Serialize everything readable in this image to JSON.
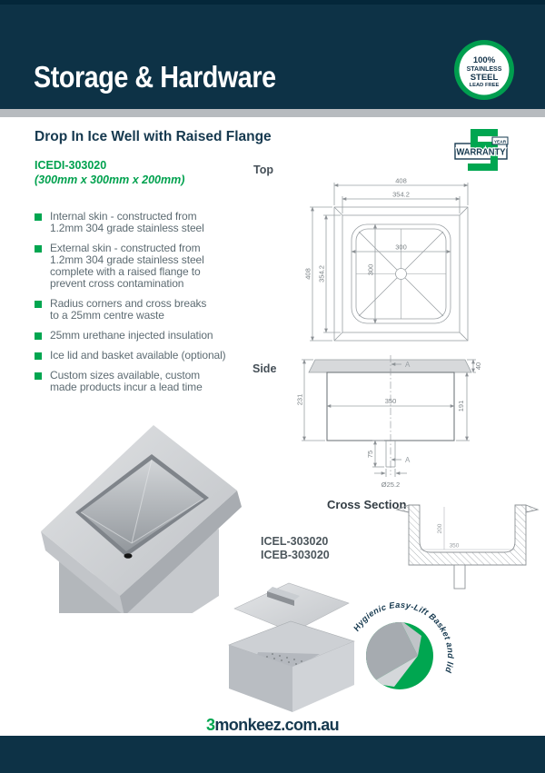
{
  "header": {
    "banner_title": "Storage & Hardware",
    "stainless_badge": {
      "l1": "100%",
      "l2": "STAINLESS",
      "l3": "STEEL",
      "l4": "LEAD FREE"
    }
  },
  "warranty": {
    "number": "5",
    "word": "WARRANTY",
    "year": "YEAR"
  },
  "product": {
    "title": "Drop In Ice Well with Raised Flange",
    "code": "ICEDI-303020",
    "size": "(300mm x 300mm x 200mm)",
    "features": [
      "Internal skin - constructed from\n1.2mm 304 grade stainless steel",
      "External skin - constructed from\n1.2mm 304 grade stainless steel\ncomplete with a raised flange to\nprevent cross contamination",
      "Radius corners and cross breaks\nto a 25mm centre waste",
      "25mm urethane injected insulation",
      "Ice lid and basket available (optional)",
      "Custom sizes available, custom\nmade products incur a lead time"
    ],
    "related_codes": [
      "ICEL-303020",
      "ICEB-303020"
    ]
  },
  "drawings": {
    "top_label": "Top",
    "side_label": "Side",
    "cross_label": "Cross Section",
    "top_dims": {
      "outer_w": "408",
      "flange_w": "354.2",
      "outer_h": "408",
      "flange_h": "354.2",
      "bowl_w": "300",
      "bowl_h": "300"
    },
    "side_dims": {
      "height": "231",
      "flange": "40",
      "depth": "191",
      "width": "350",
      "drain_len": "75",
      "drain_dia": "Ø25.2",
      "section": "A"
    },
    "cross_dims": {
      "depth": "200",
      "width": "350"
    }
  },
  "hygienic_badge_text": "Hygienic Easy-Lift Basket and lid",
  "footer": {
    "prefix": "3",
    "domain": "monkeez.com.au"
  },
  "colors": {
    "navy": "#0d3246",
    "green": "#00a650",
    "text_gray": "#5d6b72"
  }
}
